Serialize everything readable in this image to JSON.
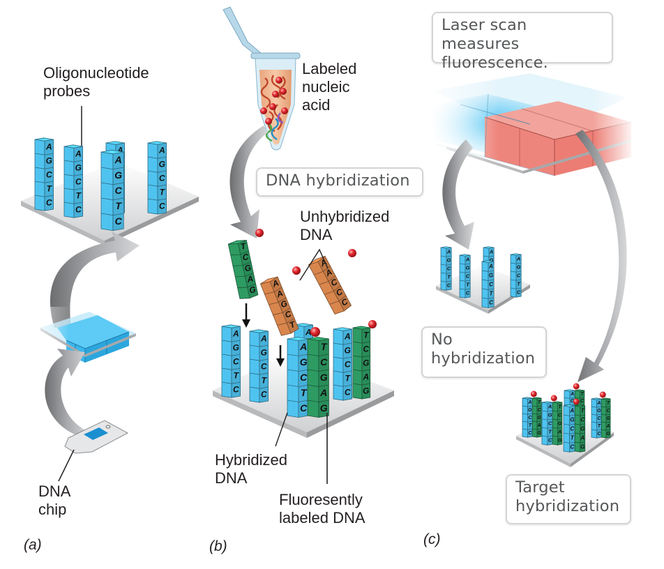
{
  "panels": {
    "a": {
      "label": "(a)",
      "probes_label": [
        "Oligonucleotide",
        "probes"
      ],
      "chip_label": [
        "DNA",
        "chip"
      ],
      "probe_sequence": [
        "A",
        "G",
        "C",
        "T",
        "C"
      ]
    },
    "b": {
      "label": "(b)",
      "tube_label": [
        "Labeled",
        "nucleic",
        "acid"
      ],
      "step_box": "DNA hybridization",
      "unhybridized_label": [
        "Unhybridized",
        "DNA"
      ],
      "hybridized_label": [
        "Hybridized",
        "DNA"
      ],
      "fluorescent_label": [
        "Fluoresently",
        "labeled DNA"
      ],
      "probe_sequence": [
        "A",
        "G",
        "C",
        "T",
        "C"
      ],
      "complement_sequence": [
        "T",
        "C",
        "G",
        "A",
        "G"
      ],
      "unhybridized_sequences": [
        [
          "A",
          "A",
          "G",
          "C",
          "T"
        ],
        [
          "A",
          "A",
          "C",
          "C",
          "C"
        ]
      ]
    },
    "c": {
      "label": "(c)",
      "step_box": [
        "Laser scan measures",
        "fluorescence."
      ],
      "no_hyb_box": [
        "No",
        "hybridization"
      ],
      "target_hyb_box": [
        "Target",
        "hybridization"
      ]
    }
  },
  "colors": {
    "probe_blue": "#4fc3f0",
    "complement_green": "#2e9b63",
    "unhybridized_orange": "#d9864d",
    "label_dot_red": "#e0262c",
    "fluorescent_red": "#ee7b72",
    "arrow_gray": "#8c8d8f"
  }
}
